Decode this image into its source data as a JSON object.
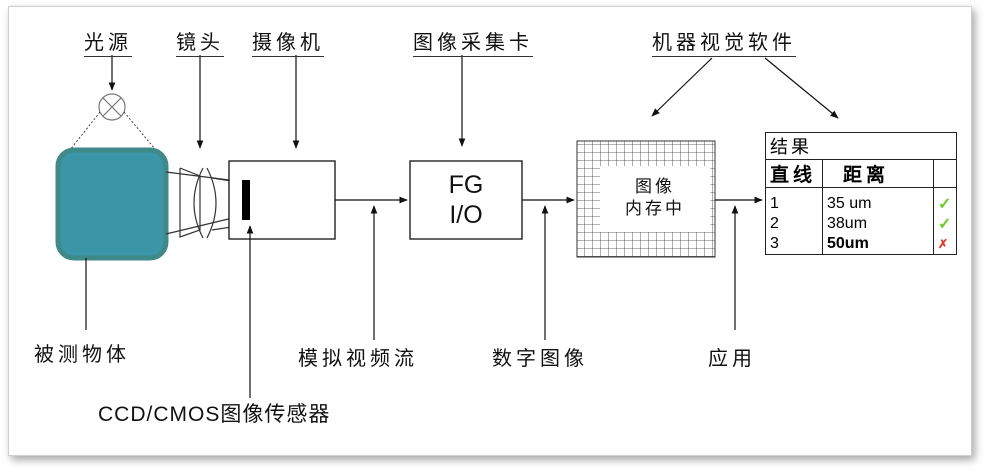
{
  "labels": {
    "light_source": "光源",
    "lens": "镜头",
    "camera": "摄像机",
    "frame_grabber": "图像采集卡",
    "mv_software": "机器视觉软件",
    "object": "被测物体",
    "analog_video": "模拟视频流",
    "digital_image": "数字图像",
    "application": "应用",
    "sensor": "CCD/CMOS图像传感器"
  },
  "fg_box": {
    "line1": "FG",
    "line2": "I/O"
  },
  "memory_box": {
    "line1": "图像",
    "line2": "内存中"
  },
  "results": {
    "title": "结果",
    "col_line": "直线",
    "col_dist": "距离",
    "rows": [
      {
        "id": "1",
        "value": "35 um",
        "mark": "✓",
        "status": "ok"
      },
      {
        "id": "2",
        "value": "38um",
        "mark": "✓",
        "status": "ok"
      },
      {
        "id": "3",
        "value": "50um",
        "mark": "✗",
        "status": "fail"
      }
    ]
  },
  "colors": {
    "object_fill": "#3a96a6",
    "object_border": "#3f8a88",
    "ok": "#6acb2a",
    "fail": "#e03a2a"
  }
}
